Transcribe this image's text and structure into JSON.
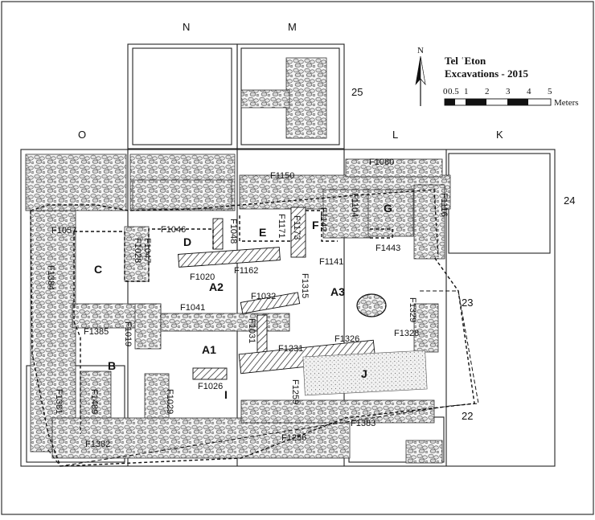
{
  "title": {
    "line1": "Tel ʿEton",
    "line2": "Excavations - 2015"
  },
  "north_arrow": {
    "label": "N",
    "icon": "north-arrow-icon"
  },
  "scale_bar": {
    "ticks": [
      "0",
      "0.5",
      "1",
      "2",
      "3",
      "4",
      "5"
    ],
    "unit": "Meters"
  },
  "grid_columns": {
    "n": "N",
    "m": "M",
    "o": "O",
    "l": "L",
    "k": "K"
  },
  "grid_rows": {
    "r25": "25",
    "r24": "24",
    "r23": "23",
    "r22": "22"
  },
  "rooms": {
    "a1": "A1",
    "a2": "A2",
    "a3": "A3",
    "b": "B",
    "c": "C",
    "d": "D",
    "e": "E",
    "f": "F",
    "g": "G",
    "i": "I",
    "j": "J"
  },
  "features": {
    "f1057": "F1057",
    "f1046": "F1046",
    "f1047": "F1047",
    "f1028": "F1028",
    "f1048": "F1048",
    "f1150": "F1150",
    "f1171": "F1171",
    "f1173": "F1173",
    "f1142": "F1142",
    "f1104": "F1104",
    "f1080": "F1080",
    "f1116": "F1116",
    "f1141": "F1141",
    "f1443": "F1443",
    "f1020": "F1020",
    "f1162": "F1162",
    "f1384": "F1384",
    "f1315": "F1315",
    "f1032": "F1032",
    "f1041": "F1041",
    "f1385": "F1385",
    "f1019": "F1019",
    "f1031": "F1031",
    "f1329": "F1329",
    "f1326": "F1326",
    "f1328": "F1328",
    "f1231": "F1231",
    "f1026": "F1026",
    "f1259": "F1259",
    "f1381": "F1381",
    "f1489": "F1489",
    "f1029": "F1029",
    "f1382": "F1382",
    "f1256": "F1256",
    "f1383": "F1383"
  }
}
